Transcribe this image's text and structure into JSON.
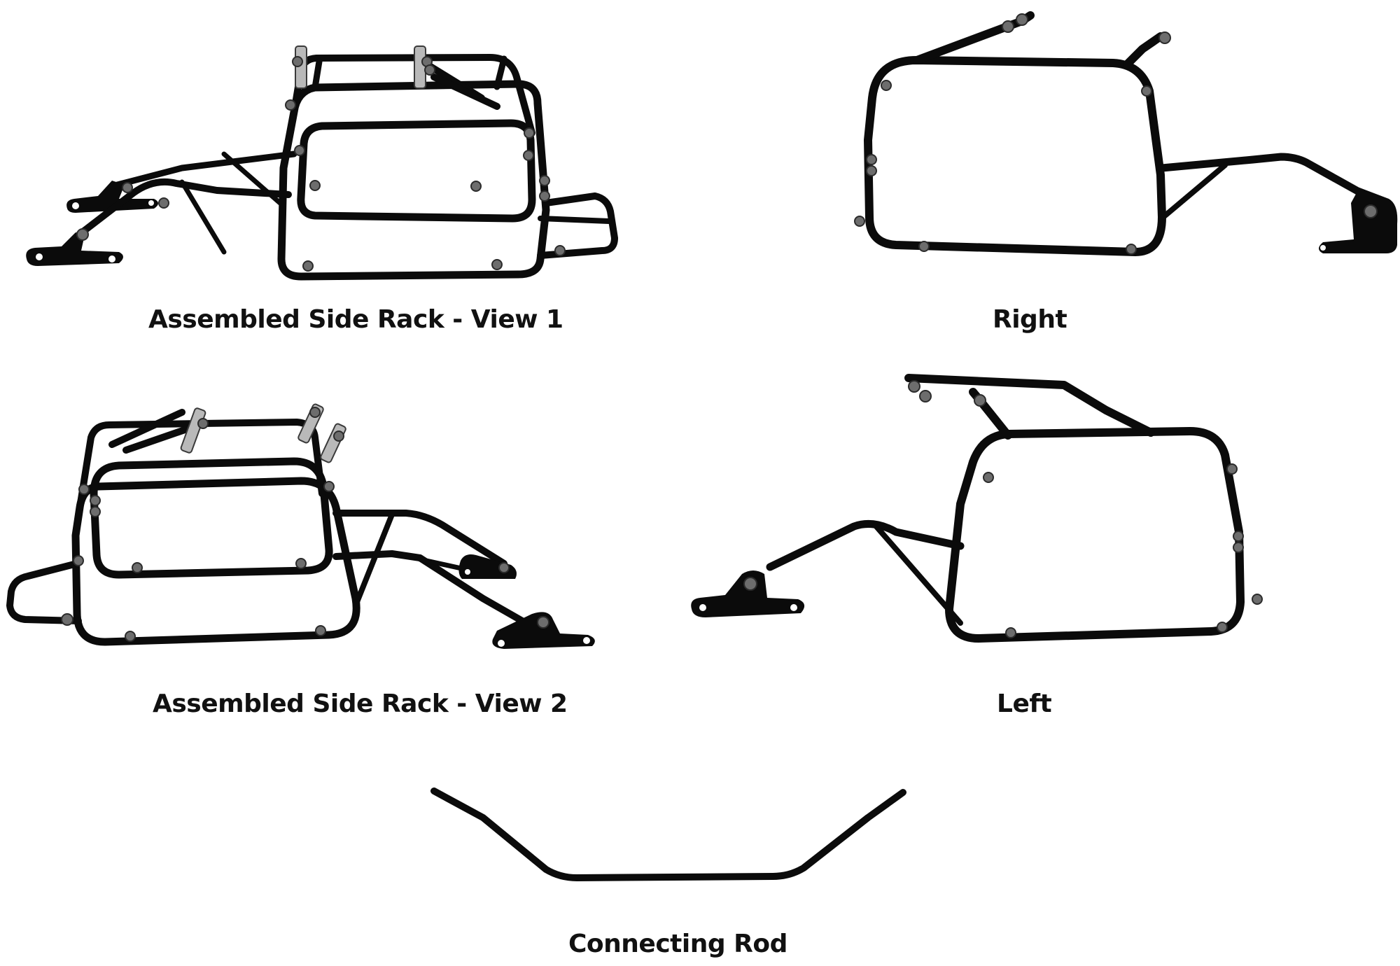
{
  "figure": {
    "background": "#ffffff",
    "metal_color": "#0b0b0b",
    "fastener_color": "#6d6d6d",
    "captions": {
      "view1": "Assembled Side Rack - View 1",
      "right": "Right",
      "view2": "Assembled Side Rack - View 2",
      "left": "Left",
      "connecting_rod": "Connecting Rod"
    }
  }
}
